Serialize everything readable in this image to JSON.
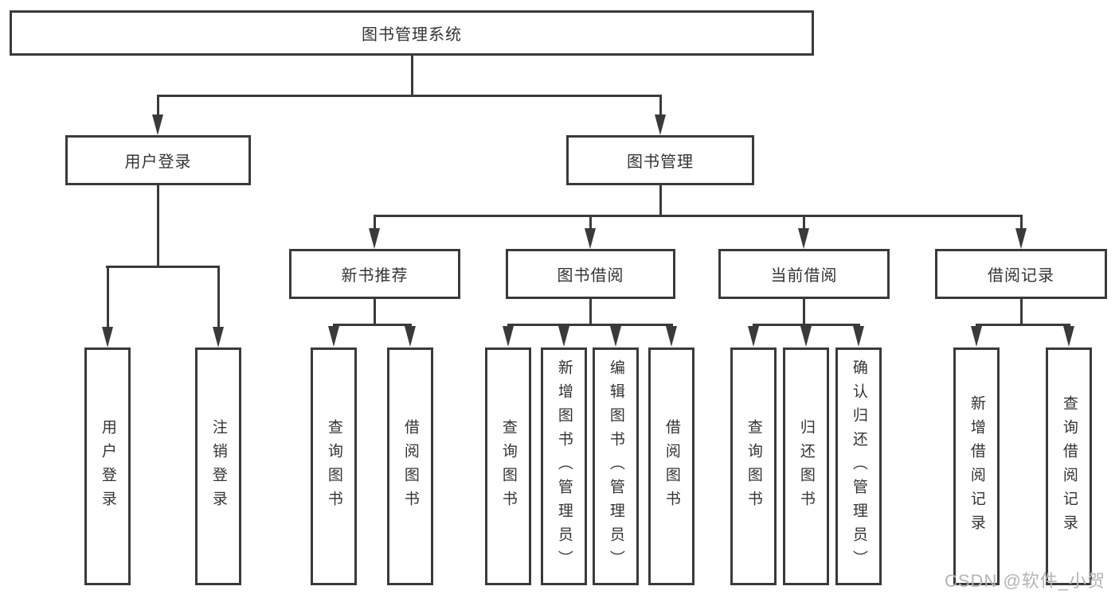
{
  "colors": {
    "background": "#ffffff",
    "line": "#3a3a3a",
    "box_border": "#3a3a3a",
    "text": "#333333",
    "watermark": "#b4b4b4"
  },
  "watermark": {
    "text": "CSDN @软件_小贺同学"
  },
  "tree": {
    "root": "图书管理系统",
    "level2": [
      "用户登录",
      "图书管理"
    ],
    "level3": [
      "新书推荐",
      "图书借阅",
      "当前借阅",
      "借阅记录"
    ],
    "leaves": {
      "user_login": [
        "用户登录",
        "注销登录"
      ],
      "new_book_recommend": [
        "查询图书",
        "借阅图书"
      ],
      "book_borrow": [
        "查询图书",
        "新增图书（管理员）",
        "编辑图书（管理员）",
        "借阅图书"
      ],
      "current_borrow": [
        "查询图书",
        "归还图书",
        "确认归还（管理员）"
      ],
      "borrow_records": [
        "新增借阅记录",
        "查询借阅记录"
      ]
    }
  }
}
